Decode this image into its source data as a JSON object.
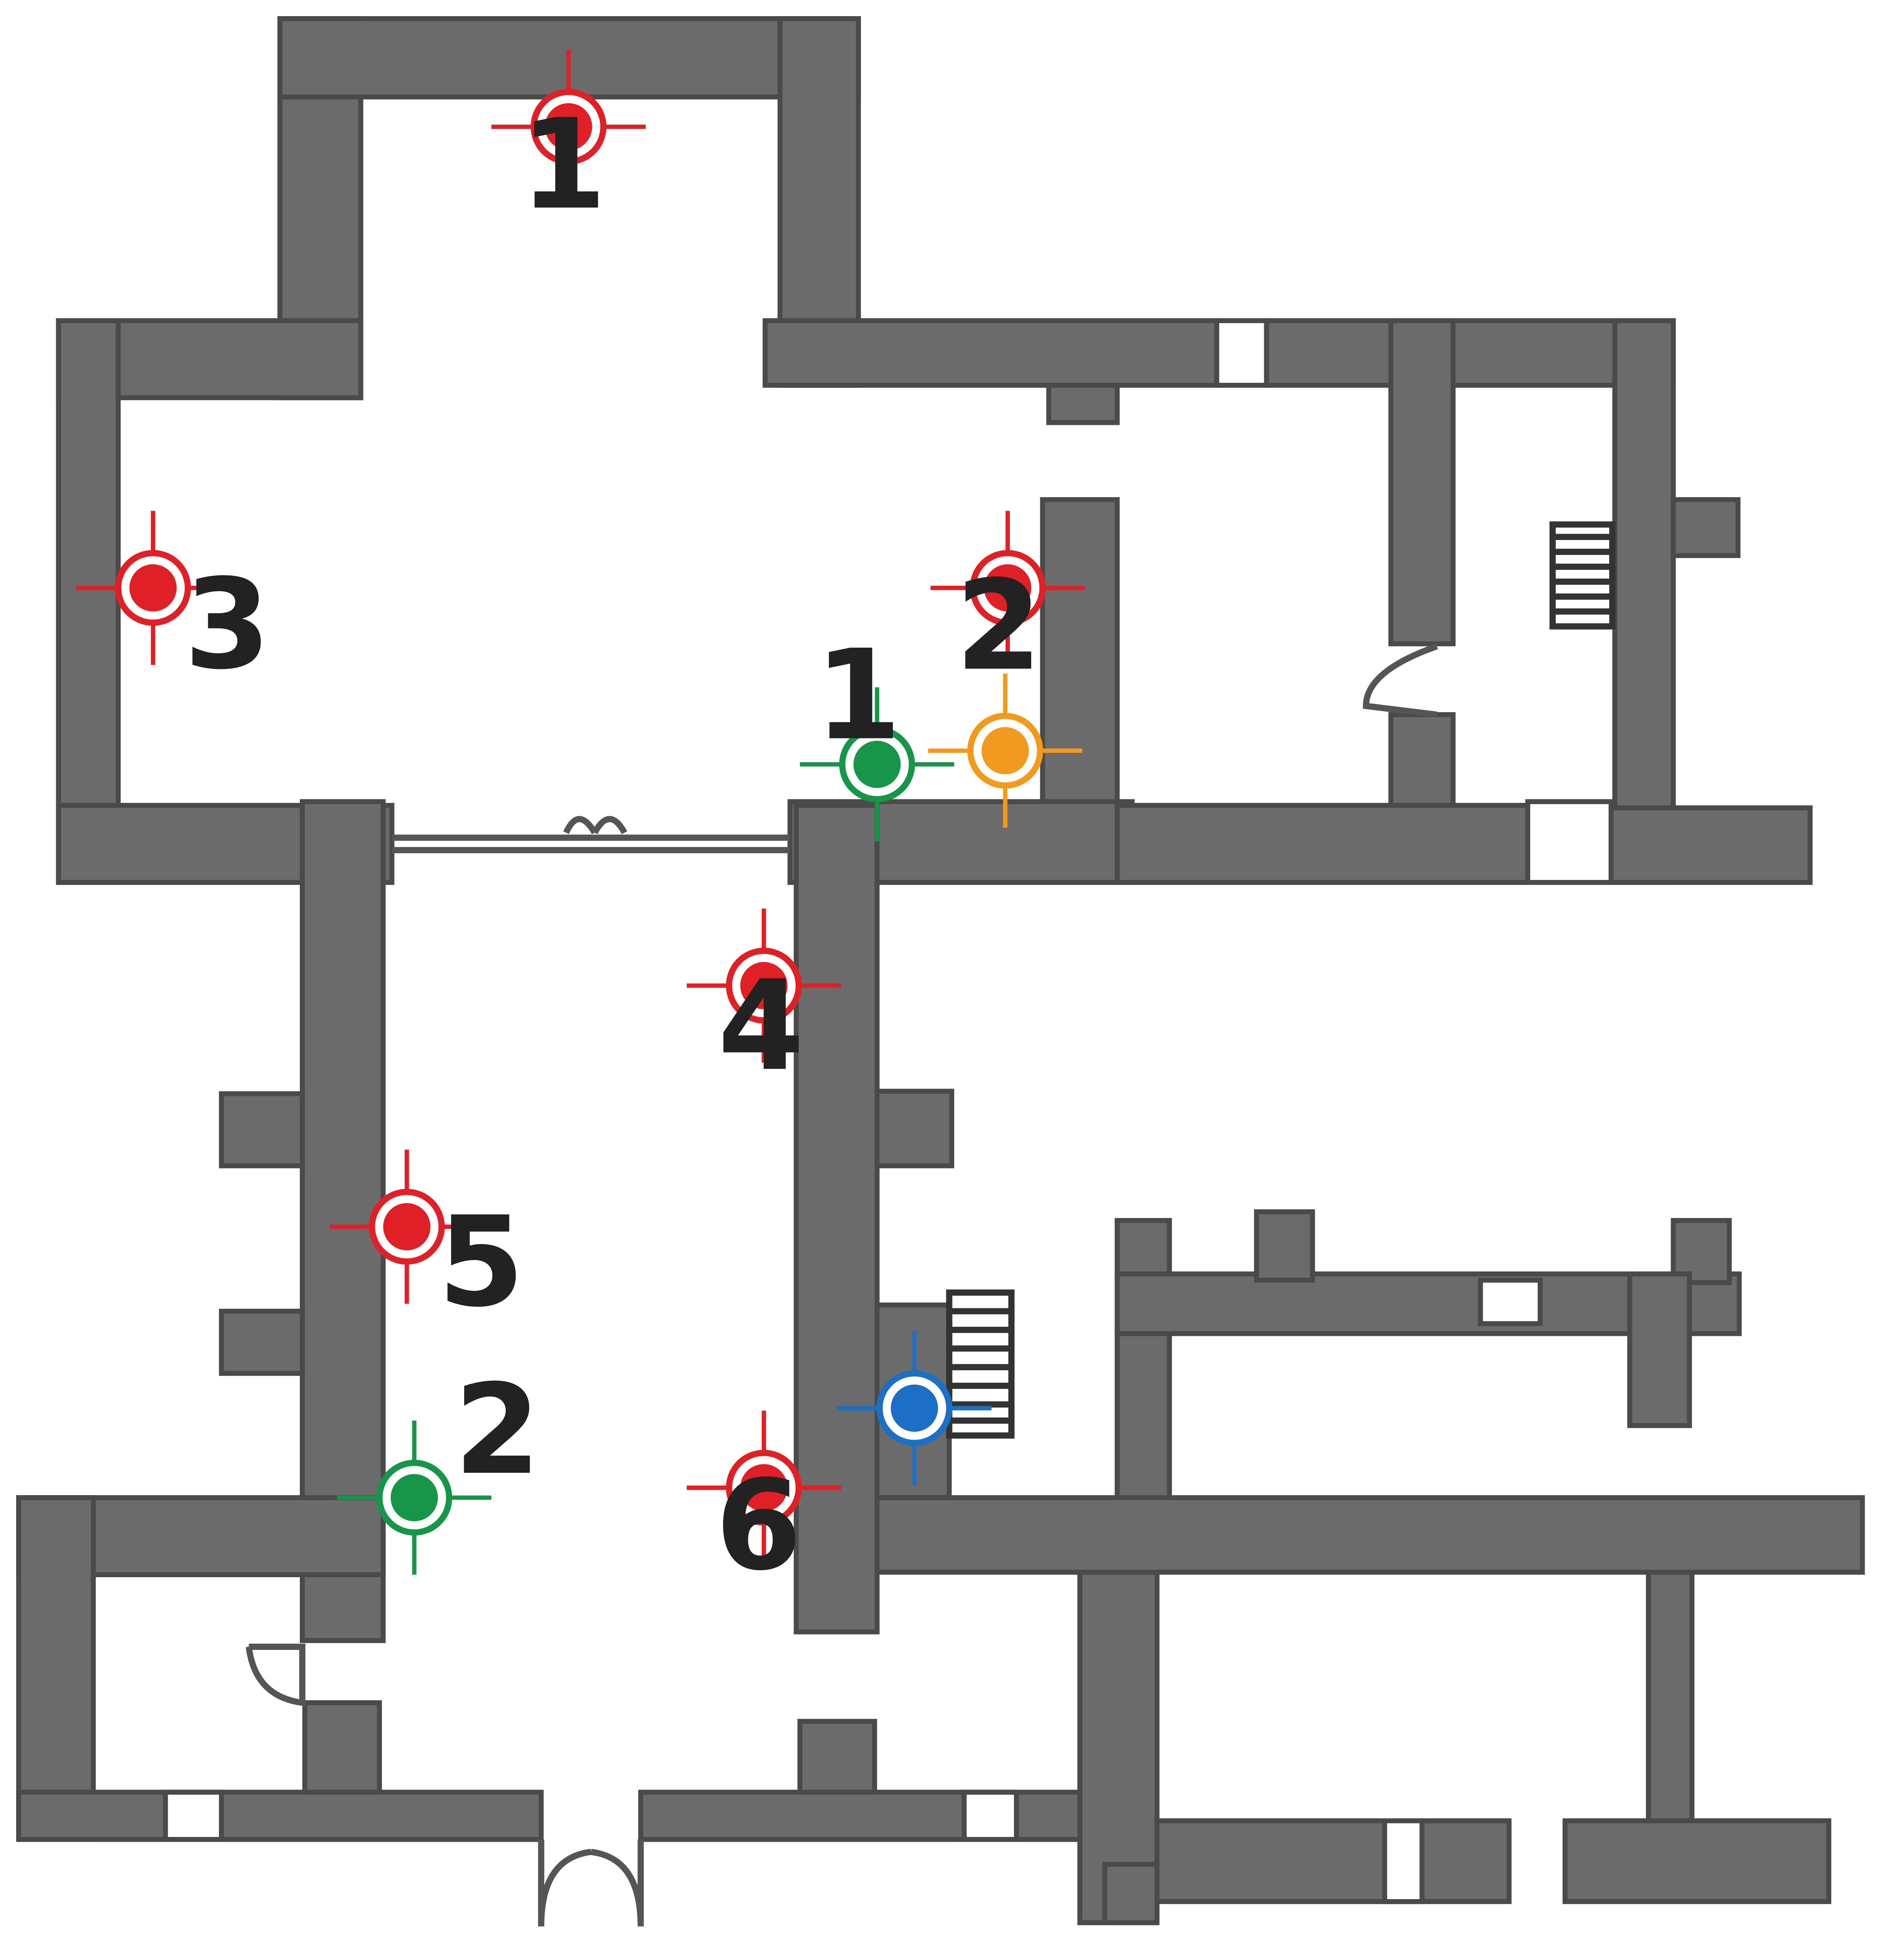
{
  "colors": {
    "wall": "#6b6b6b",
    "red": "#e02027",
    "green": "#17964a",
    "orange": "#f29a1d",
    "blue": "#1b6fc4"
  },
  "markers": [
    {
      "id": "red-1",
      "color": "red",
      "label": "1"
    },
    {
      "id": "red-2",
      "color": "red",
      "label": "2"
    },
    {
      "id": "red-3",
      "color": "red",
      "label": "3"
    },
    {
      "id": "red-4",
      "color": "red",
      "label": "4"
    },
    {
      "id": "red-5",
      "color": "red",
      "label": "5"
    },
    {
      "id": "red-6",
      "color": "red",
      "label": "6"
    },
    {
      "id": "green-1",
      "color": "green",
      "label": "1"
    },
    {
      "id": "green-2",
      "color": "green",
      "label": "2"
    },
    {
      "id": "orange",
      "color": "orange",
      "label": ""
    },
    {
      "id": "blue",
      "color": "blue",
      "label": ""
    }
  ]
}
